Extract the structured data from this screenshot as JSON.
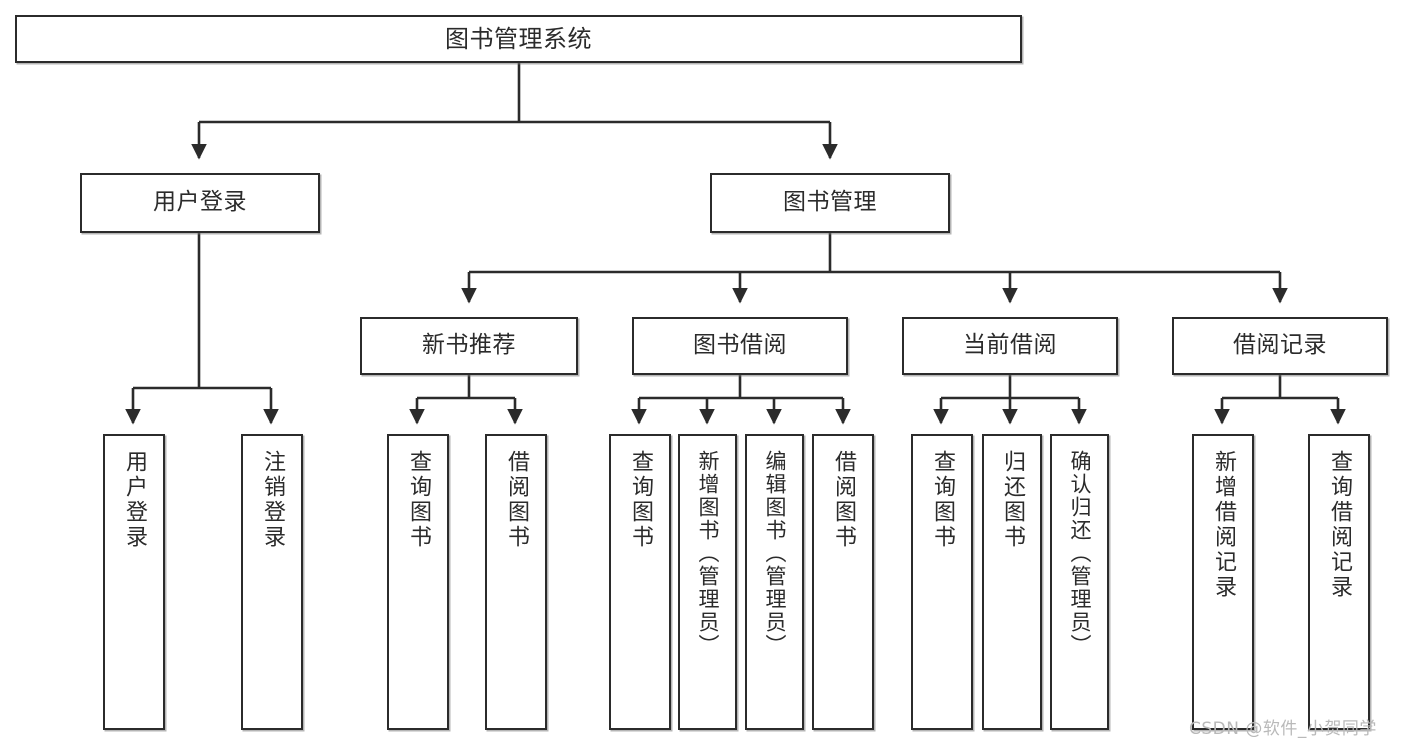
{
  "diagram": {
    "title_node": {
      "label": "图书管理系统"
    },
    "level2": [
      {
        "label": "用户登录"
      },
      {
        "label": "图书管理"
      }
    ],
    "level3": [
      {
        "label": "新书推荐"
      },
      {
        "label": "图书借阅"
      },
      {
        "label": "当前借阅"
      },
      {
        "label": "借阅记录"
      }
    ],
    "leaves": {
      "user_login": [
        {
          "label": "用户登录"
        },
        {
          "label": "注销登录"
        }
      ],
      "new_book_recommend": [
        {
          "label": "查询图书"
        },
        {
          "label": "借阅图书"
        }
      ],
      "book_borrow": [
        {
          "label": "查询图书"
        },
        {
          "label": "新增图书（管理员）"
        },
        {
          "label": "编辑图书（管理员）"
        },
        {
          "label": "借阅图书"
        }
      ],
      "current_borrow": [
        {
          "label": "查询图书"
        },
        {
          "label": "归还图书"
        },
        {
          "label": "确认归还（管理员）"
        }
      ],
      "borrow_record": [
        {
          "label": "新增借阅记录"
        },
        {
          "label": "查询借阅记录"
        }
      ]
    },
    "watermark": {
      "text": "CSDN @软件_小贺同学"
    },
    "colors": {
      "stroke": "#2b2b2b",
      "fill": "#ffffff",
      "text": "#2b2b2b",
      "watermark": "#b9b9b9"
    }
  }
}
